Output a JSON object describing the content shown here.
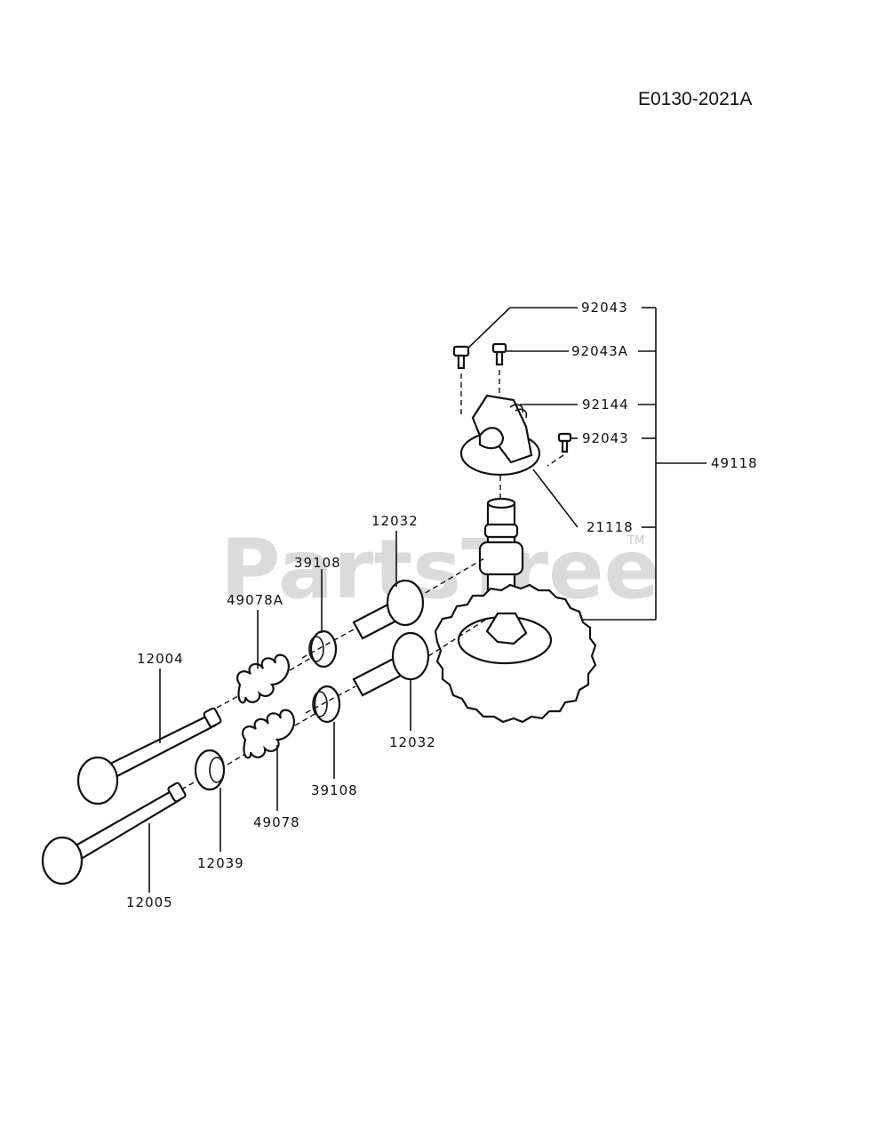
{
  "diagram_code": "E0130-2021A",
  "watermark": {
    "text": "PartsTree",
    "tm": "TM"
  },
  "callouts": {
    "p92043_top": "92043",
    "p92043A": "92043A",
    "p92144": "92144",
    "p92043_mid": "92043",
    "p49118": "49118",
    "p21118": "21118",
    "p12032_top": "12032",
    "p39108_top": "39108",
    "p49078A": "49078A",
    "p12004": "12004",
    "p12032_bot": "12032",
    "p39108_bot": "39108",
    "p49078": "49078",
    "p12039": "12039",
    "p12005": "12005"
  }
}
